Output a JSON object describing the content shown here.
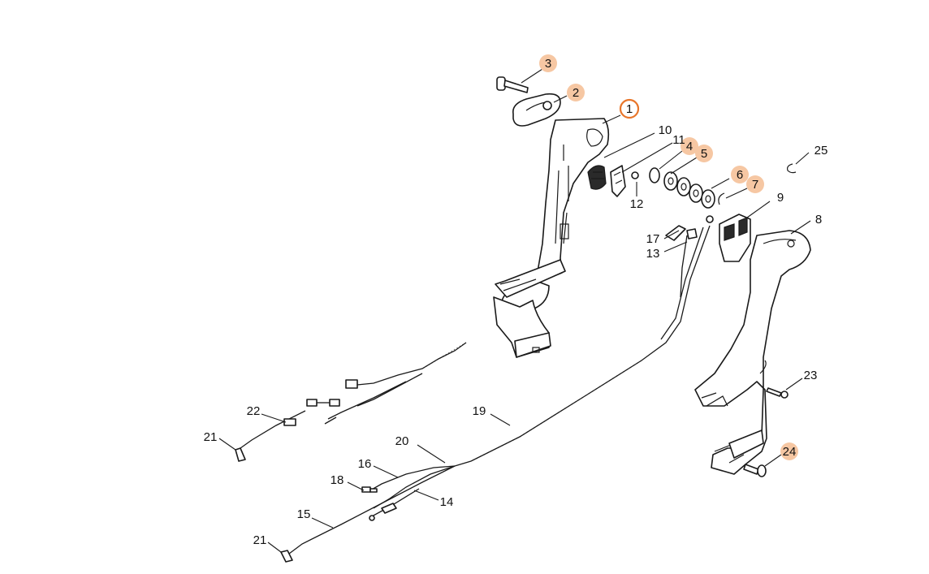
{
  "diagram": {
    "highlight_fill": "#f6c7a3",
    "highlight_ring": "#e8762b",
    "callouts": [
      {
        "id": "c1",
        "label": "1",
        "style": "ring"
      },
      {
        "id": "c2",
        "label": "2",
        "style": "filled"
      },
      {
        "id": "c3",
        "label": "3",
        "style": "filled"
      },
      {
        "id": "c4",
        "label": "4",
        "style": "filled"
      },
      {
        "id": "c5",
        "label": "5",
        "style": "filled"
      },
      {
        "id": "c6",
        "label": "6",
        "style": "filled"
      },
      {
        "id": "c7",
        "label": "7",
        "style": "filled"
      },
      {
        "id": "c8",
        "label": "8",
        "style": "plain"
      },
      {
        "id": "c9",
        "label": "9",
        "style": "plain"
      },
      {
        "id": "c10",
        "label": "10",
        "style": "plain"
      },
      {
        "id": "c11",
        "label": "11",
        "style": "plain"
      },
      {
        "id": "c12",
        "label": "12",
        "style": "plain"
      },
      {
        "id": "c13",
        "label": "13",
        "style": "plain"
      },
      {
        "id": "c14",
        "label": "14",
        "style": "plain"
      },
      {
        "id": "c15",
        "label": "15",
        "style": "plain"
      },
      {
        "id": "c16",
        "label": "16",
        "style": "plain"
      },
      {
        "id": "c17",
        "label": "17",
        "style": "plain"
      },
      {
        "id": "c18",
        "label": "18",
        "style": "plain"
      },
      {
        "id": "c19",
        "label": "19",
        "style": "plain"
      },
      {
        "id": "c20",
        "label": "20",
        "style": "plain"
      },
      {
        "id": "c21a",
        "label": "21",
        "style": "plain"
      },
      {
        "id": "c21b",
        "label": "21",
        "style": "plain"
      },
      {
        "id": "c22",
        "label": "22",
        "style": "plain"
      },
      {
        "id": "c23",
        "label": "23",
        "style": "plain"
      },
      {
        "id": "c24",
        "label": "24",
        "style": "filled"
      },
      {
        "id": "c25",
        "label": "25",
        "style": "plain"
      }
    ]
  }
}
